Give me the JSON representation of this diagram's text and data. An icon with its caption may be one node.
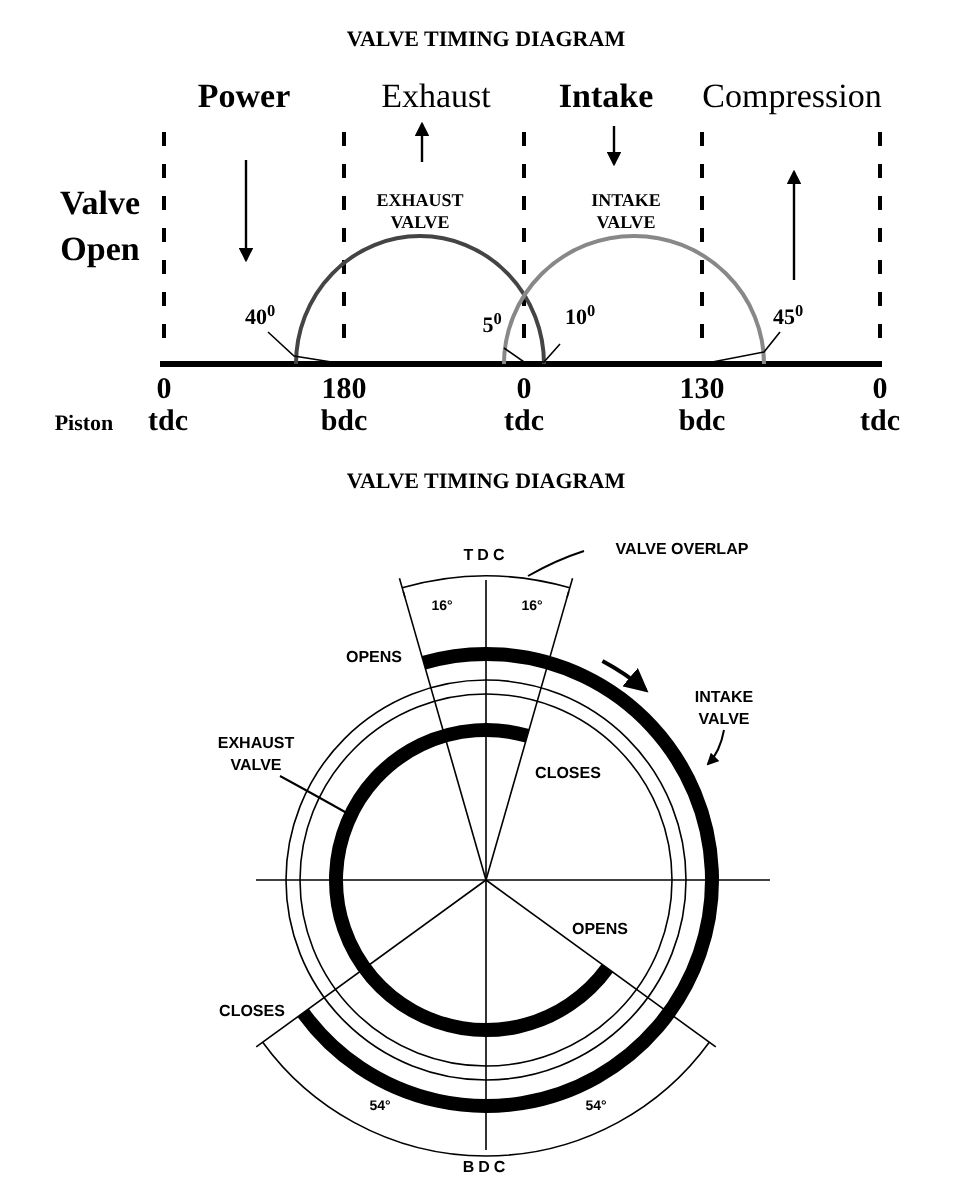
{
  "diagram": {
    "title": "VALVE TIMING DIAGRAM",
    "nodes": [
      {
        "text": [
          "VALVE OVERLAP"
        ]
      },
      {
        "text": [
          "INTAKE VALVE"
        ]
      },
      {
        "text": [
          "EXHAUST VALVE"
        ]
      }
    ],
    "edges": [
      {
        "from": 0,
        "to": null,
        "arrow": "none"
      },
      {
        "from": 1,
        "to": null,
        "arrow": "to"
      },
      {
        "from": 2,
        "to": null,
        "arrow": "none"
      }
    ],
    "labels": [
      "Power",
      "Exhaust",
      "Intake",
      "Compression",
      "Valve Open",
      "EXHAUST VALVE",
      "INTAKE VALVE",
      "40$^{0}$",
      "5$^{0}$",
      "10$^{0}$",
      "45$^{0}$",
      "0",
      "180",
      "0",
      "130",
      "0",
      "Piston",
      "tdc",
      "bdc",
      "tdc",
      "bdc",
      "tdc",
      "VALVE TIMING DIAGRAM",
      "TDC",
      "16°",
      "16°",
      "OPENS",
      "CLOSES",
      "OPENS",
      "CLOSES",
      "54°",
      "54°",
      "BDC"
    ]
  }
}
